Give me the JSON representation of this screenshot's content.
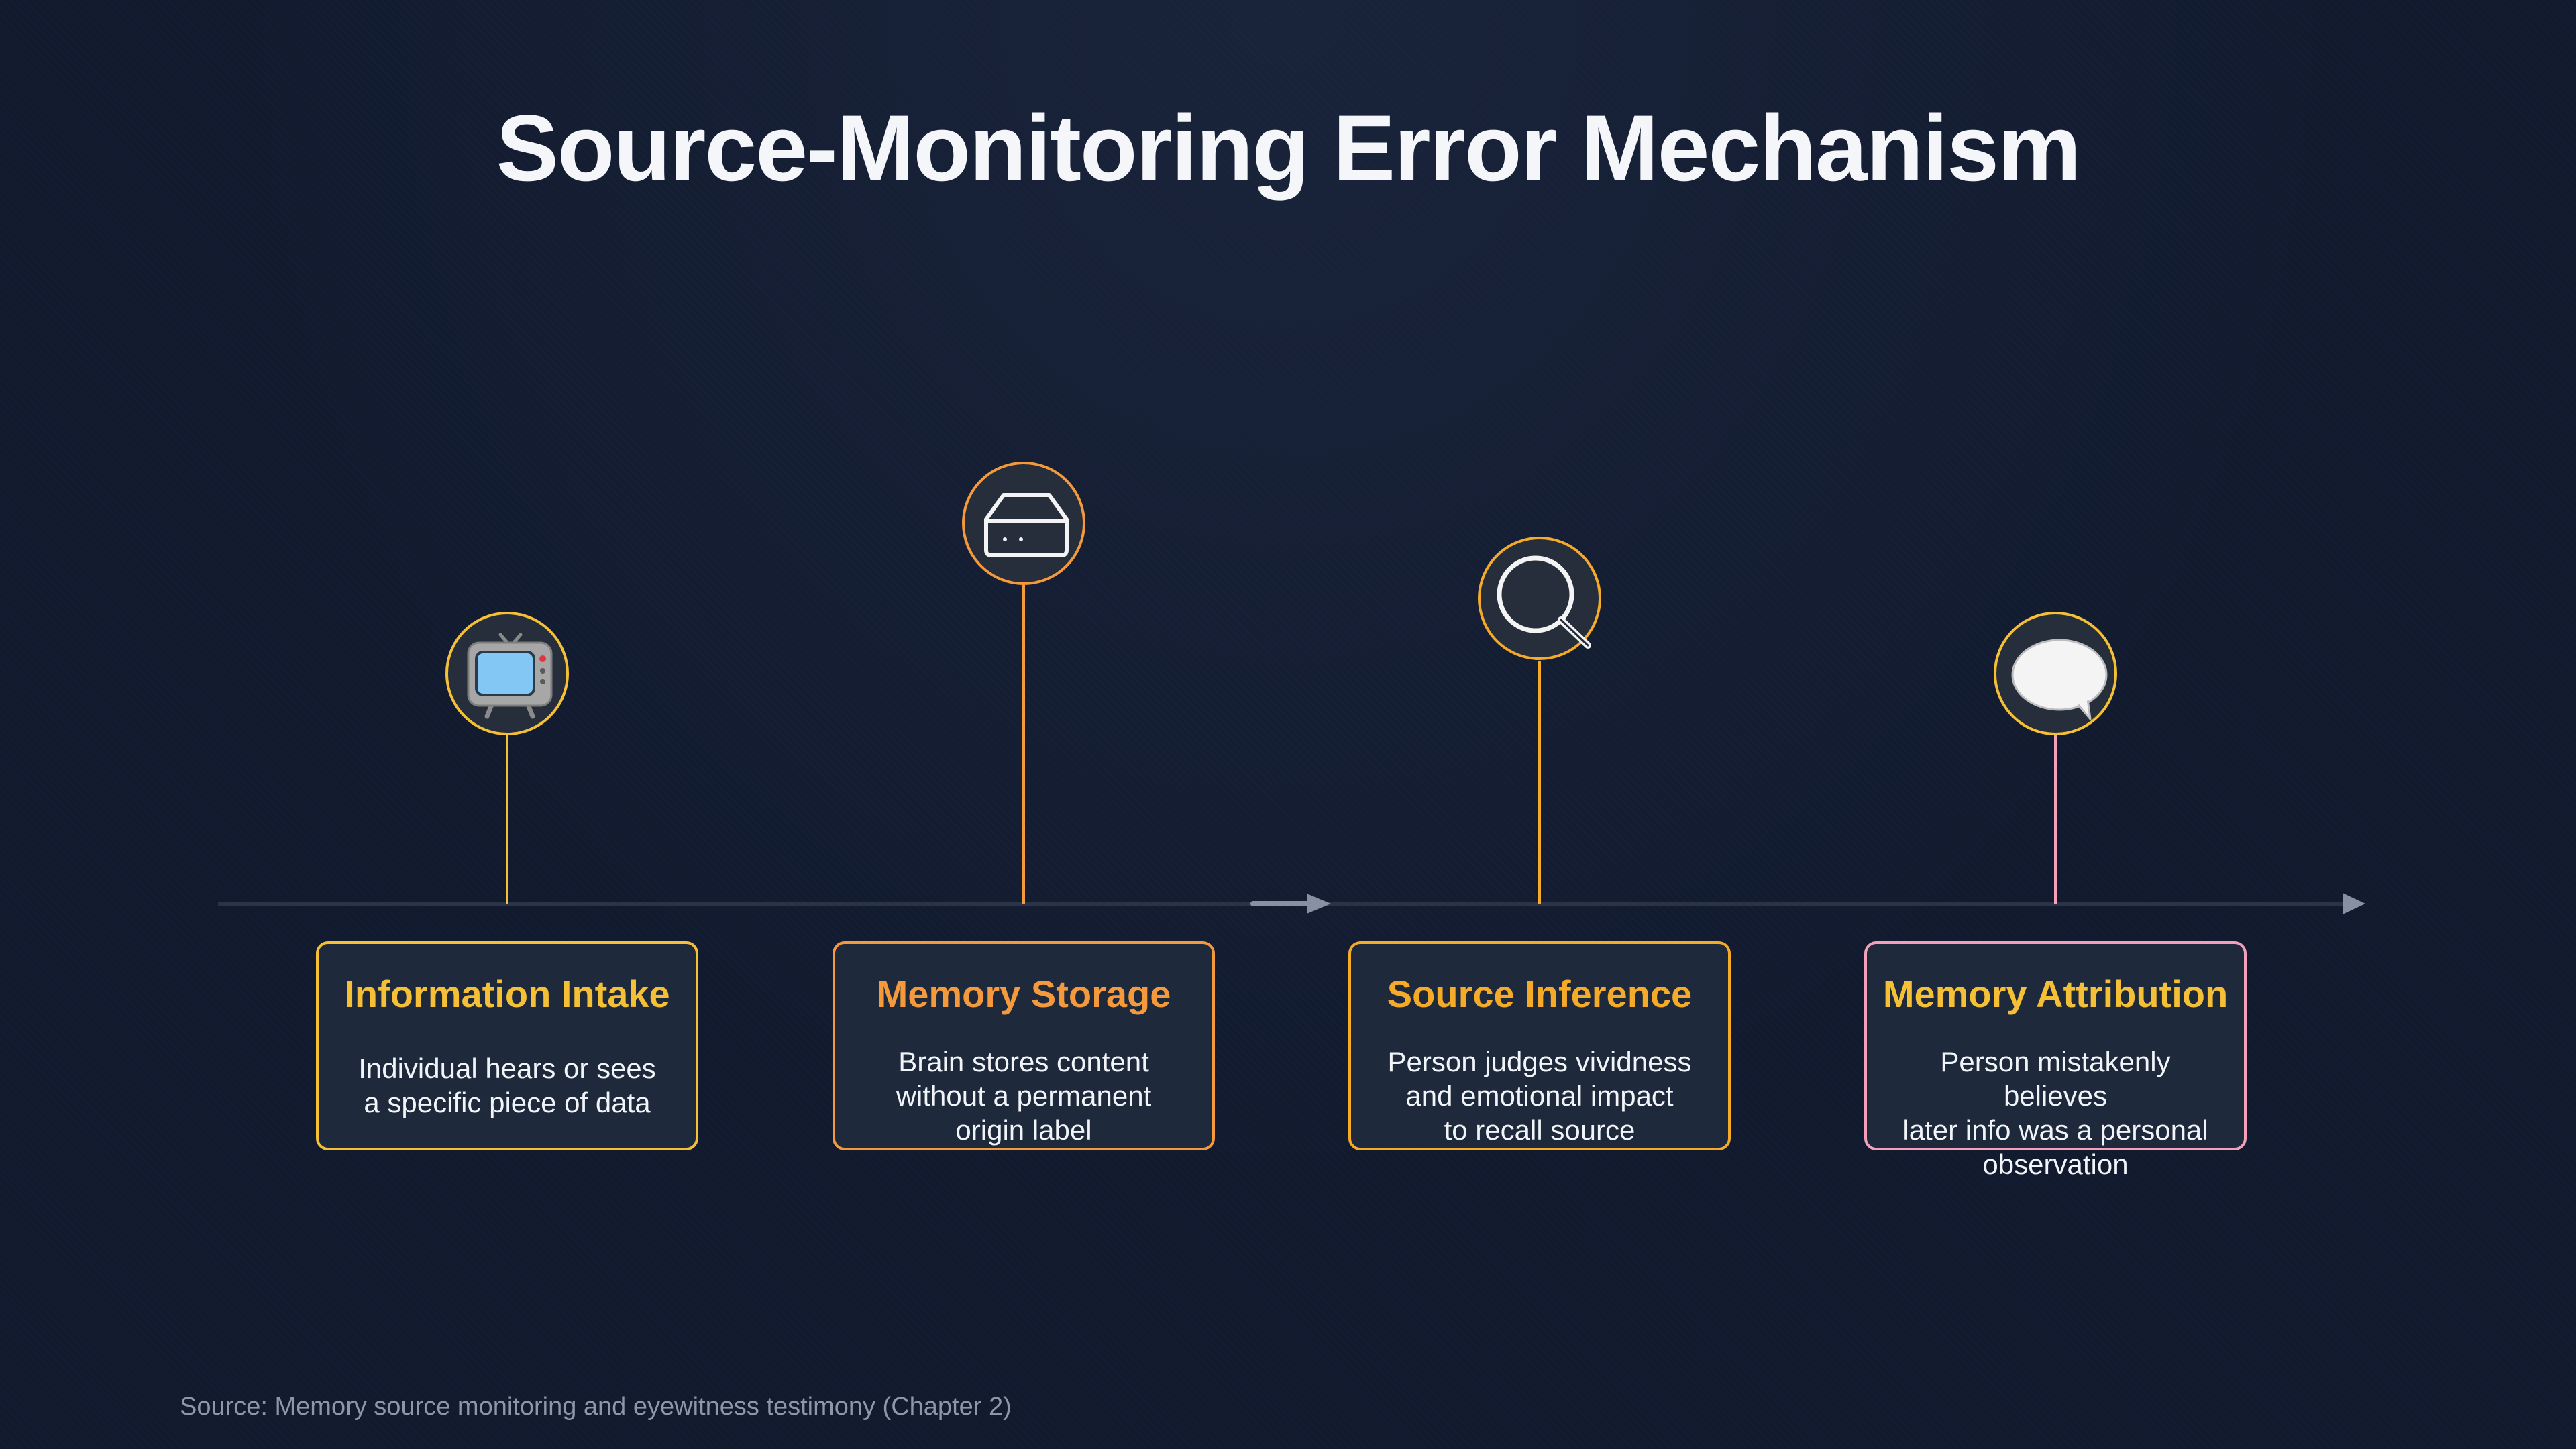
{
  "title": "Source-Monitoring Error Mechanism",
  "colors": {
    "background": "#111a2e",
    "timeline": "#2a3446",
    "arrow": "#8791a3",
    "gold": "#f5c035",
    "orange": "#f59a3c",
    "amber": "#f5aa28",
    "pink": "#f4a0b8"
  },
  "steps": [
    {
      "title": "Information Intake",
      "description": [
        "Individual hears or sees",
        "a specific piece of data"
      ],
      "icon": "television-icon"
    },
    {
      "title": "Memory Storage",
      "description": [
        "Brain stores content",
        "without a permanent",
        "origin label"
      ],
      "icon": "storage-drive-icon"
    },
    {
      "title": "Source Inference",
      "description": [
        "Person judges vividness",
        "and emotional impact",
        "to recall source"
      ],
      "icon": "magnifying-glass-icon"
    },
    {
      "title": "Memory Attribution",
      "description": [
        "Person mistakenly believes",
        "later info was a personal",
        "observation"
      ],
      "icon": "speech-bubble-icon"
    }
  ],
  "source": "Source: Memory source monitoring and eyewitness testimony (Chapter 2)"
}
